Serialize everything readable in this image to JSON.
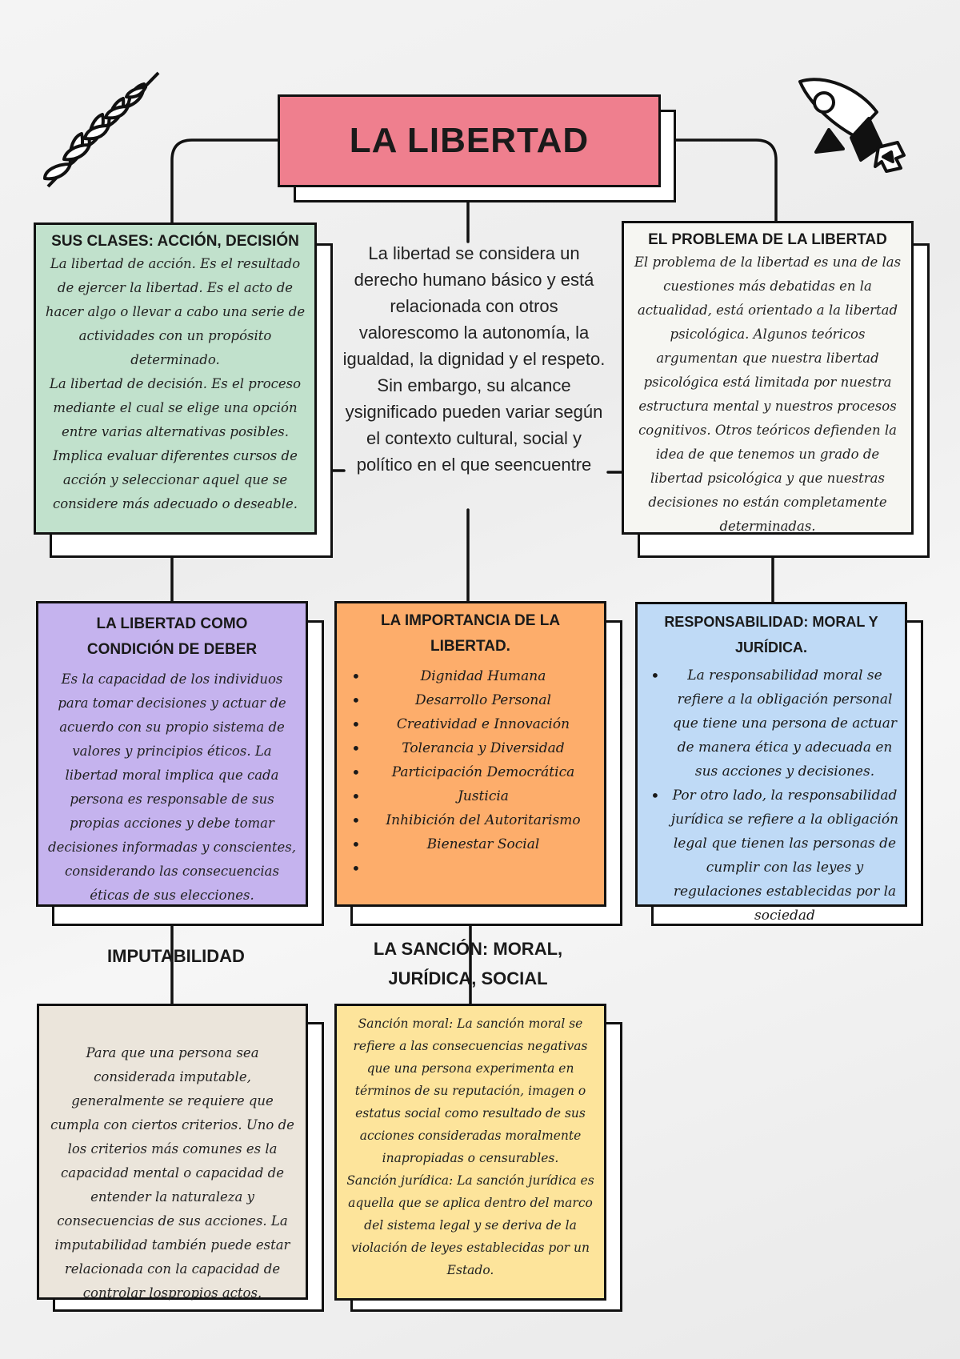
{
  "title": "LA LIBERTAD",
  "intro": "La libertad se considera un derecho humano básico y está relacionada con otros valorescomo la autonomía, la igualdad, la dignidad y el respeto. Sin embargo, su alcance ysignificado pueden variar según el contexto cultural, social y político en el que seencuentre",
  "clases": {
    "title": "SUS CLASES: ACCIÓN, DECISIÓN",
    "accion": "La libertad de acción. Es el resultado de ejercer la libertad. Es el acto de hacer algo o llevar a cabo una serie de actividades con un propósito determinado.",
    "decision": "La libertad de decisión. Es el proceso mediante el cual se elige una opción entre varias alternativas posibles. Implica evaluar diferentes cursos de acción y seleccionar aquel que se considere más adecuado o deseable."
  },
  "problema": {
    "title": "EL PROBLEMA DE LA LIBERTAD",
    "body": "El problema de la libertad es una de las cuestiones más debatidas en la actualidad, está orientado a la libertad psicológica. Algunos teóricos argumentan que nuestra libertad psicológica está limitada por nuestra estructura mental y nuestros procesos cognitivos. Otros teóricos defienden la idea de que tenemos un grado de libertad psicológica y que nuestras decisiones no están completamente determinadas."
  },
  "deber": {
    "title": "LA LIBERTAD COMO CONDICIÓN DE DEBER",
    "body": "Es la capacidad de los individuos para tomar decisiones y actuar de acuerdo con su propio sistema de valores y principios éticos. La libertad moral implica que cada persona es responsable de sus propias acciones y debe tomar decisiones informadas y conscientes, considerando las consecuencias éticas de sus elecciones."
  },
  "importancia": {
    "title": "LA IMPORTANCIA DE LA LIBERTAD.",
    "items": [
      "Dignidad Humana",
      "Desarrollo Personal",
      "Creatividad e Innovación",
      "Tolerancia y Diversidad",
      "Participación Democrática",
      "Justicia",
      "Inhibición del Autoritarismo",
      "Bienestar Social",
      ""
    ]
  },
  "responsabilidad": {
    "title": "RESPONSABILIDAD: MORAL Y JURÍDICA.",
    "items": [
      "La responsabilidad moral se refiere a la obligación personal que tiene una persona de actuar de manera ética y adecuada en sus acciones y decisiones.",
      "Por otro lado, la responsabilidad jurídica se refiere a la obligación legal que tienen las personas de cumplir con las leyes y regulaciones establecidas por la sociedad"
    ]
  },
  "imputabilidad": {
    "label": "IMPUTABILIDAD",
    "body": "Para que una persona sea considerada imputable, generalmente se requiere que cumpla con ciertos criterios. Uno de los criterios más comunes es la capacidad mental o capacidad de entender la naturaleza y consecuencias de sus acciones. La imputabilidad también puede estar relacionada con la capacidad de controlar lospropios actos."
  },
  "sancion": {
    "label_line1": "LA SANCIÓN: MORAL,",
    "label_line2": "JURÍDICA, SOCIAL",
    "moral": "Sanción moral: La sanción moral se refiere a las consecuencias negativas que una persona experimenta en términos de su reputación, imagen o estatus social como resultado de sus acciones consideradas moralmente inapropiadas o censurables.",
    "juridica": "Sanción jurídica: La sanción jurídica es aquella que se aplica dentro del marco del sistema legal y se deriva de la violación de leyes establecidas por un Estado."
  },
  "colors": {
    "title_bg": "#ef7f8e",
    "green": "#c1e1cc",
    "white_card": "#f6f6f2",
    "purple": "#c5b3ee",
    "orange": "#fdad6b",
    "blue": "#bfdaf6",
    "beige": "#ebe5db",
    "yellow": "#fde49b"
  },
  "icons": [
    "leaf-branch-icon",
    "rocket-icon"
  ]
}
